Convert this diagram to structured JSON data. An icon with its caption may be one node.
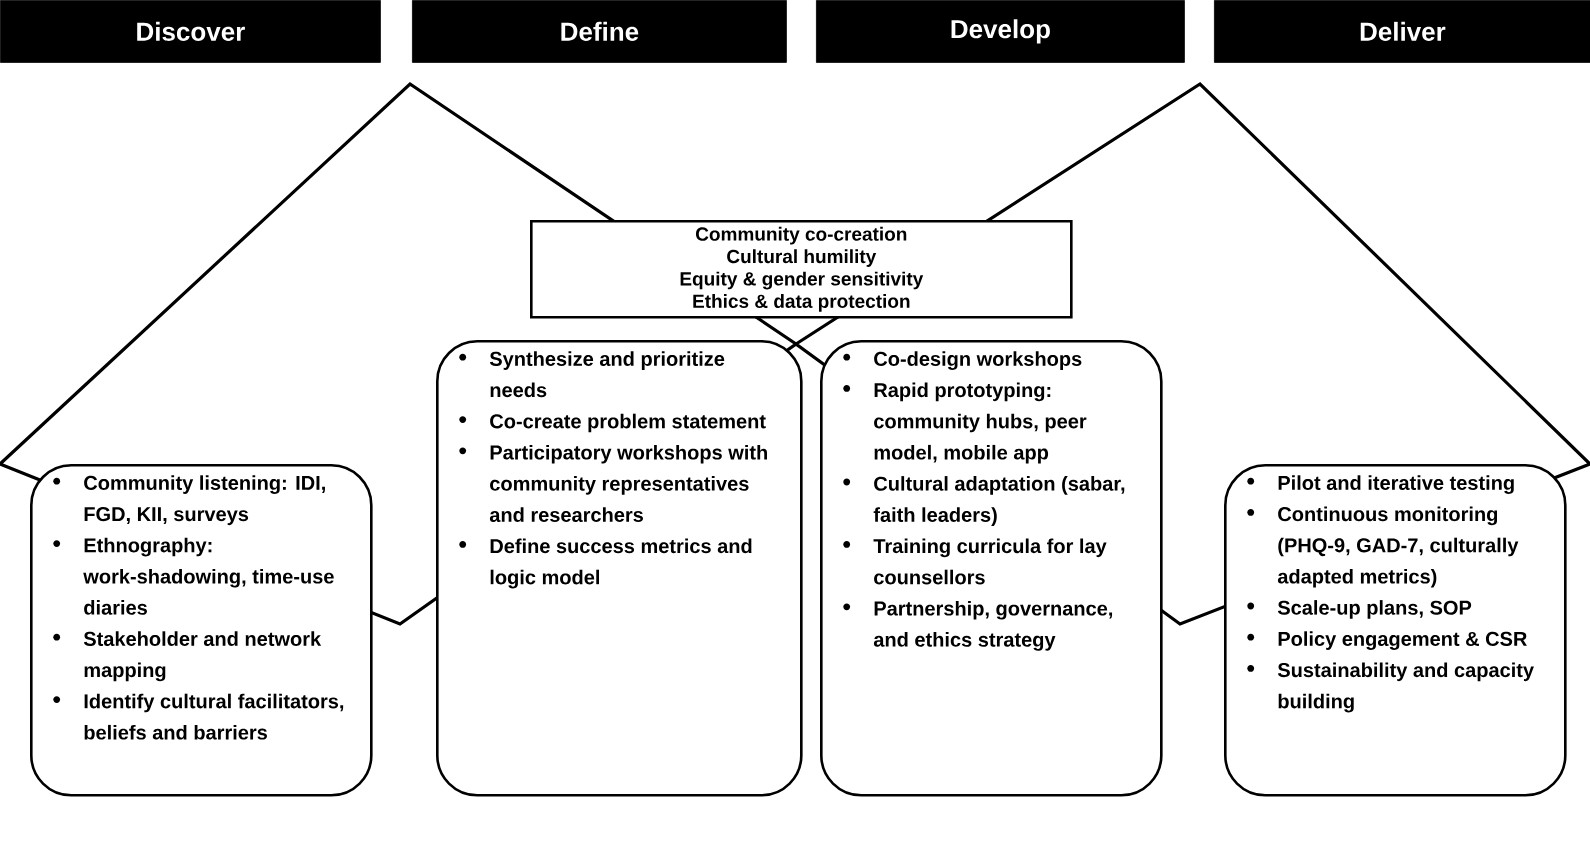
{
  "diagram": {
    "nodes": [
      {
        "text": [
          "Discover"
        ]
      },
      {
        "text": [
          "Define"
        ]
      },
      {
        "text": [
          "Develop"
        ]
      },
      {
        "text": [
          "Deliver"
        ]
      },
      {
        "text": [
          "Community co-creation",
          "Cultural humility",
          "Equity & gender sensitivity",
          "Ethics & data protection"
        ]
      },
      {
        "text": [
          "Community listening: IDI, FGD, KII, surveys",
          "Ethnography: work-shadowing, time-use diaries",
          "Stakeholder and network mapping",
          "Identify cultural facilitators, beliefs and barriers"
        ]
      },
      {
        "text": [
          "Synthesize and prioritize needs",
          "Co-create problem statement",
          "Participatory workshops with community representatives and researchers",
          "Define success metrics and logic model"
        ]
      },
      {
        "text": [
          "Co-design workshops",
          "Rapid prototyping: community hubs, peer model, mobile app",
          "Cultural adaptation (sabar, faith leaders)",
          "Training curricula for lay counsellors",
          "Partnership, governance, and ethics strategy"
        ]
      },
      {
        "text": [
          "Pilot and iterative testing",
          "Continuous monitoring (PHQ-9, GAD-7, culturally adapted metrics)",
          "Scale-up plans, SOP",
          "Policy engagement & CSR",
          "Sustainability and capacity building"
        ]
      }
    ]
  }
}
